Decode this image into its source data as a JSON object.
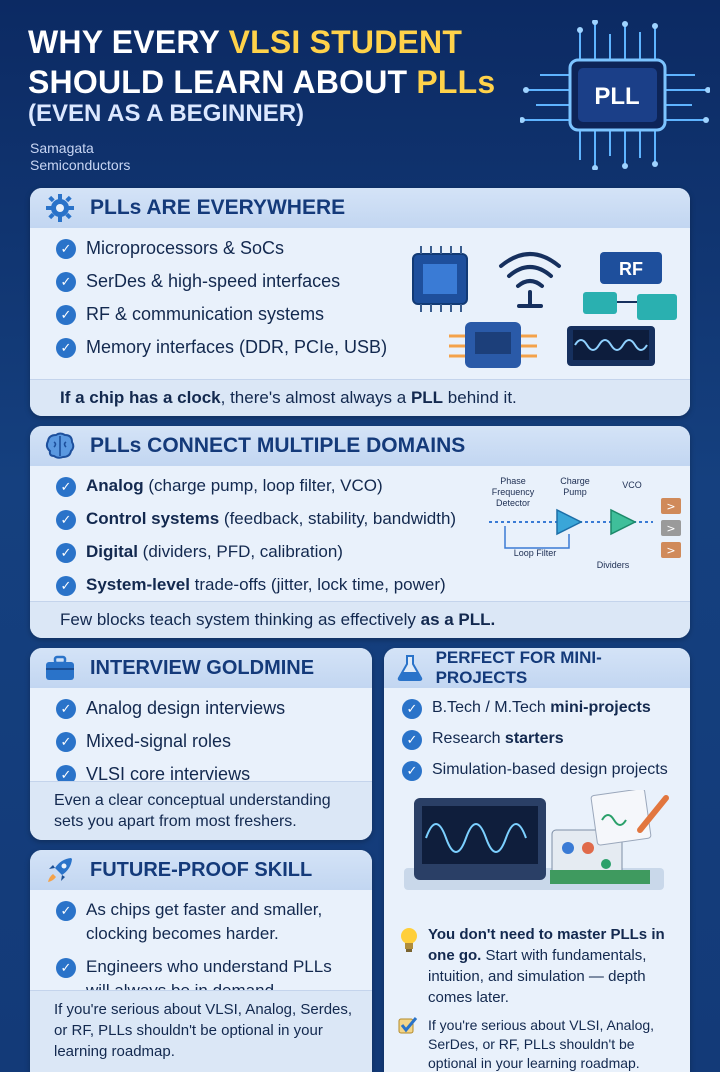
{
  "header": {
    "title_line1_pre": "WHY EVERY ",
    "title_line1_accent": "VLSI STUDENT",
    "title_line2_pre": "SHOULD LEARN ABOUT ",
    "title_line2_accent": "PLLs",
    "subtitle": "(EVEN AS A BEGINNER)",
    "company_line1": "Samagata",
    "company_line2": "Semiconductors",
    "chip_label": "PLL"
  },
  "everywhere": {
    "heading": "PLLs ARE EVERYWHERE",
    "items": [
      "Microprocessors & SoCs",
      "SerDes & high-speed interfaces",
      "RF & communication systems",
      "Memory interfaces (DDR, PCIe, USB)"
    ],
    "rf_label": "RF",
    "footer_pre": "If a chip has a clock",
    "footer_mid": ", there's almost always a ",
    "footer_bold": "PLL",
    "footer_post": " behind it."
  },
  "domains": {
    "heading": "PLLs CONNECT MULTIPLE DOMAINS",
    "items": [
      {
        "bold": "Analog",
        "rest": " (charge pump, loop filter, VCO)"
      },
      {
        "bold": "Control systems",
        "rest": " (feedback, stability, bandwidth)"
      },
      {
        "bold": "Digital",
        "rest": " (dividers, PFD, calibration)"
      },
      {
        "bold": "System-level",
        "rest": " trade-offs (jitter, lock time, power)"
      }
    ],
    "diagram": {
      "pfd_line1": "Phase",
      "pfd_line2": "Frequency",
      "pfd_line3": "Detector",
      "cp_line1": "Charge",
      "cp_line2": "Pump",
      "vco": "VCO",
      "loop_filter": "Loop Filter",
      "dividers": "Dividers"
    },
    "footer_pre": "Few blocks teach system thinking as effectively ",
    "footer_bold": "as a PLL."
  },
  "interview": {
    "heading": "INTERVIEW GOLDMINE",
    "items": [
      "Analog design interviews",
      "Mixed-signal roles",
      "VLSI core interviews"
    ],
    "footer_line1": "Even a clear conceptual understanding",
    "footer_line2": "sets you apart from most freshers."
  },
  "projects": {
    "heading": "PERFECT FOR MINI-PROJECTS",
    "items": [
      {
        "pre": "B.Tech / M.Tech ",
        "bold": "mini-projects"
      },
      {
        "pre": "Research ",
        "bold": "starters"
      },
      {
        "pre": "Simulation-based design projects",
        "bold": ""
      }
    ],
    "tip_bold1": "You don't need to master PLLs",
    "tip_bold2": "in one go.",
    "tip_rest": " Start with fundamentals, intuition, and simulation — depth comes later.",
    "closing": "If you're serious about VLSI, Analog, SerDes, or RF, PLLs shouldn't be optional in your learning roadmap."
  },
  "future": {
    "heading": "FUTURE-PROOF SKILL",
    "items": [
      "As chips get faster and smaller, clocking becomes harder.",
      "Engineers who understand PLLs will always be in demand."
    ],
    "footer": "If you're serious about VLSI, Analog, Serdes, or RF, PLLs shouldn't be optional in your learning roadmap."
  },
  "colors": {
    "accent": "#ffd24a",
    "check": "#2a73c9",
    "navy": "#143a7a"
  }
}
